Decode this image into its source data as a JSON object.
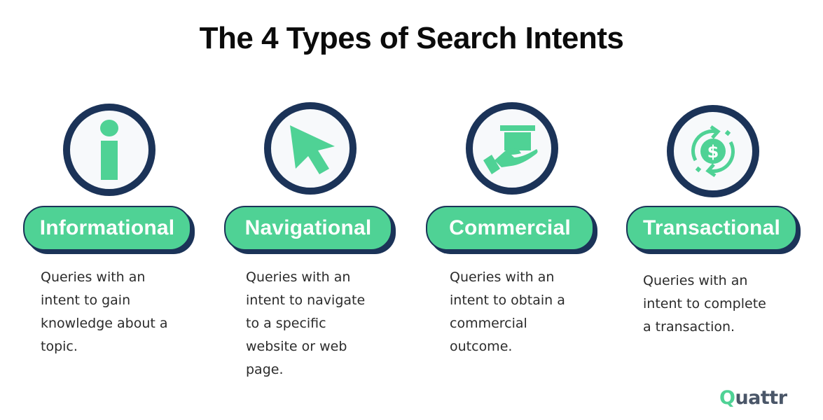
{
  "title": "The 4 Types of Search Intents",
  "colors": {
    "accent_green": "#4fd295",
    "navy": "#1b3358",
    "text": "#2b2b2b",
    "circle_fill": "#f7f9fb"
  },
  "intents": [
    {
      "label": "Informational",
      "icon": "info-icon",
      "description_lines": [
        "Queries with an",
        "intent to gain",
        "knowledge about a",
        "topic."
      ]
    },
    {
      "label": "Navigational",
      "icon": "cursor-arrow-icon",
      "description_lines": [
        "Queries with an",
        "intent to navigate",
        "to a specific",
        "website or web",
        "page."
      ]
    },
    {
      "label": "Commercial",
      "icon": "hand-holding-box-icon",
      "description_lines": [
        "Queries with an",
        "intent to obtain a",
        "commercial",
        "outcome."
      ]
    },
    {
      "label": "Transactional",
      "icon": "dollar-exchange-icon",
      "description_lines": [
        "Queries with an",
        "intent to complete",
        "a transaction."
      ]
    }
  ],
  "logo": {
    "first_letter": "Q",
    "rest": "uattr"
  }
}
